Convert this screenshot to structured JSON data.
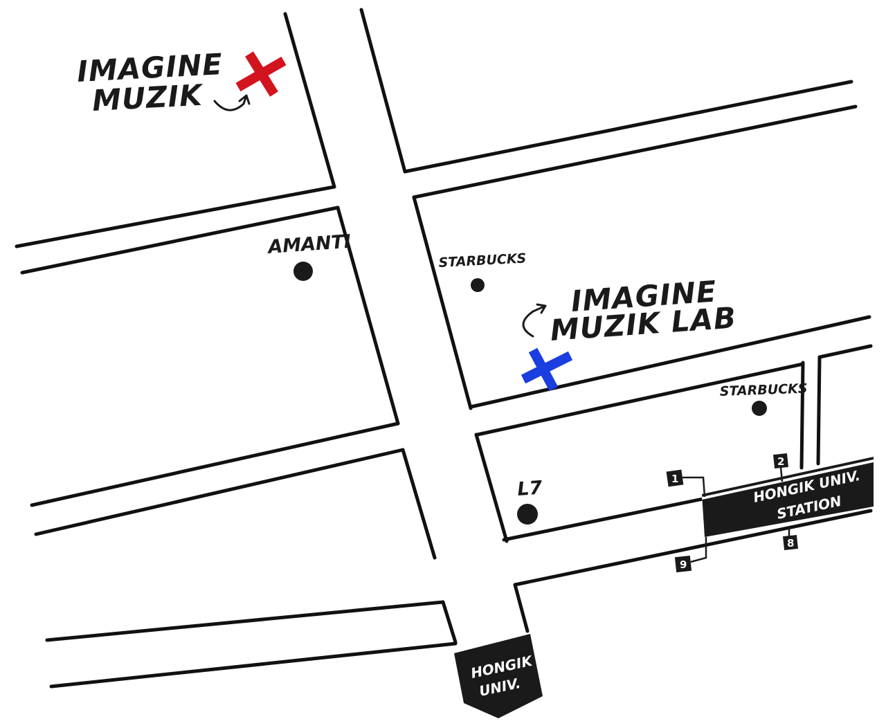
{
  "places": {
    "old_location": {
      "line1": "IMAGINE",
      "line2": "MUZIK",
      "marker_color": "#d2141e"
    },
    "new_location": {
      "line1": "IMAGINE",
      "line2": "MUZIK LAB",
      "marker_color": "#1a3ee0"
    },
    "amanti": "AMANTI",
    "starbucks_1": "STARBUCKS",
    "starbucks_2": "STARBUCKS",
    "l7": "L7"
  },
  "station": {
    "line1": "HONGIK UNIV.",
    "line2": "STATION",
    "exits": [
      "1",
      "2",
      "8",
      "9"
    ]
  },
  "direction_sign": {
    "line1": "HONGIK",
    "line2": "UNIV."
  },
  "colors": {
    "road": "#111111",
    "ink": "#1a1a1a",
    "background": "#ffffff"
  }
}
